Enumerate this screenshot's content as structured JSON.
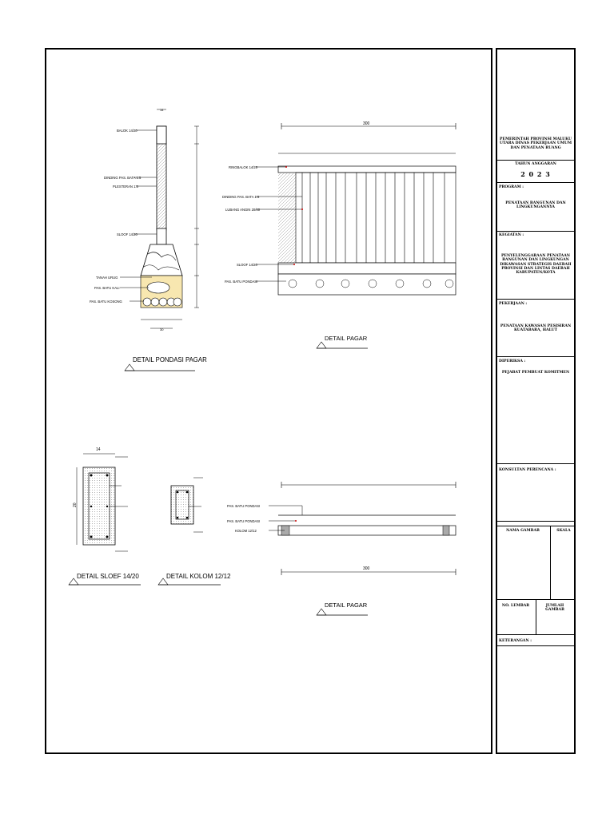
{
  "labels": {
    "balok": "BALOK 14/20",
    "dinding": "DINDING PAS. BATA 1:5",
    "plester": "PLESTERAN 1:5",
    "sloof": "SLOOF 14/20",
    "tanah_urug": "TANAH URUG",
    "pas_batu_kali": "PAS. BATU KALI",
    "pas_batu_kosong": "PAS. BATU KOSONG",
    "ringbalok": "RINGBALOK 14/20",
    "dinding2": "DINDING PAS. BATA 1:5",
    "lubang_angin": "LUBANG ANGIN 20/40",
    "sloof2": "SLOOF 14/20",
    "pas_batu_pondasi": "PAS. BATU PONDASI",
    "pas_batu_pondasi_b1": "PAS. BATU PONDASI",
    "pas_batu_pondasi_b2": "PAS. BATU PONDASI",
    "kolom_b": "KOLOM 12/12"
  },
  "dims": {
    "top_width": "14",
    "total_length_top": "300",
    "total_length_bottom": "300",
    "sloof_width": "14",
    "sloof_height": "20",
    "base_width": "30"
  },
  "titles": {
    "detail_pondasi": "DETAIL PONDASI PAGAR",
    "detail_pagar_1": "DETAIL PAGAR",
    "detail_sloof": "DETAIL SLOEF 14/20",
    "detail_kolom": "DETAIL KOLOM 12/12",
    "detail_pagar_2": "DETAIL PAGAR"
  },
  "titleblock": {
    "agency": "PEMERINTAH PROVINSI MALUKU UTARA DINAS PEKERJAAN UMUM DAN PENATAAN RUANG",
    "year_label": "TAHUN ANGGARAN",
    "year": "2 0 2 3",
    "program_label": "PROGRAM :",
    "program": "PENATAAN BANGUNAN DAN LINGKUNGANNYA",
    "kegiatan_label": "KEGIATAN :",
    "kegiatan": "PENYELENGGARAAN PENATAAN BANGUNAN DAN LINGKUNGAN DIKAWASAN STRATEGIS DAERAH PROVINSI DAN LINTAS DAERAH KABUPATEN/KOTA",
    "pekerjaan_label": "PEKERJAAN :",
    "pekerjaan": "PENATAAN KAWASAN PESISIRAN KUATABARA, HALUT",
    "diperiksa_label": "DIPERIKSA :",
    "diperiksa": "PEJABAT PEMBUAT KOMITMEN",
    "konsultan_label": "KONSULTAN  PERENCANA :",
    "nama_gambar_label": "NAMA GAMBAR",
    "skala_label": "SKALA",
    "no_lembar_label": "NO. LEMBAR",
    "jumlah_gambar_label": "JUMLAH GAMBAR",
    "keterangan_label": "KETERANGAN :"
  }
}
